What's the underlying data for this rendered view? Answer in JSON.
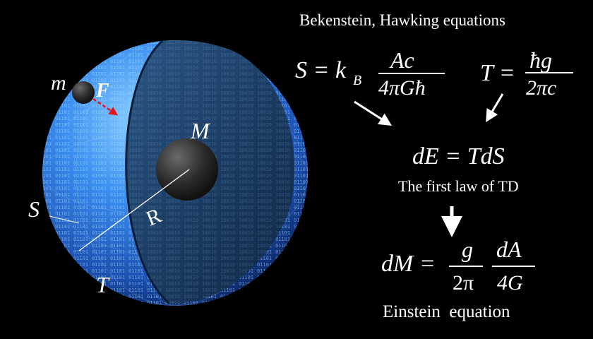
{
  "title": "Bekenstein, Hawking equations",
  "sphere_labels": {
    "small_mass": "m",
    "force": "F",
    "central_mass": "M",
    "radius": "R",
    "entropy": "S",
    "temperature": "T"
  },
  "entropy_eq": {
    "lhs": "S = k",
    "subscript": "B",
    "numerator": "Ac",
    "denominator": "4πGħ"
  },
  "temperature_eq": {
    "lhs": "T =",
    "numerator": "ħg",
    "denominator": "2πc"
  },
  "first_law": {
    "equation": "dE = TdS",
    "caption": "The first law of TD"
  },
  "einstein": {
    "lhs": "dM =",
    "frac1_num": "g",
    "frac1_den": "2π",
    "frac2_num": "dA",
    "frac2_den": "4G",
    "caption": "Einstein  equation"
  },
  "colors": {
    "background": "#000000",
    "sphere_blue": "#2f7fe0",
    "interior": "#1e3f6a",
    "force_arrow": "#e8141c",
    "text": "#ffffff"
  }
}
